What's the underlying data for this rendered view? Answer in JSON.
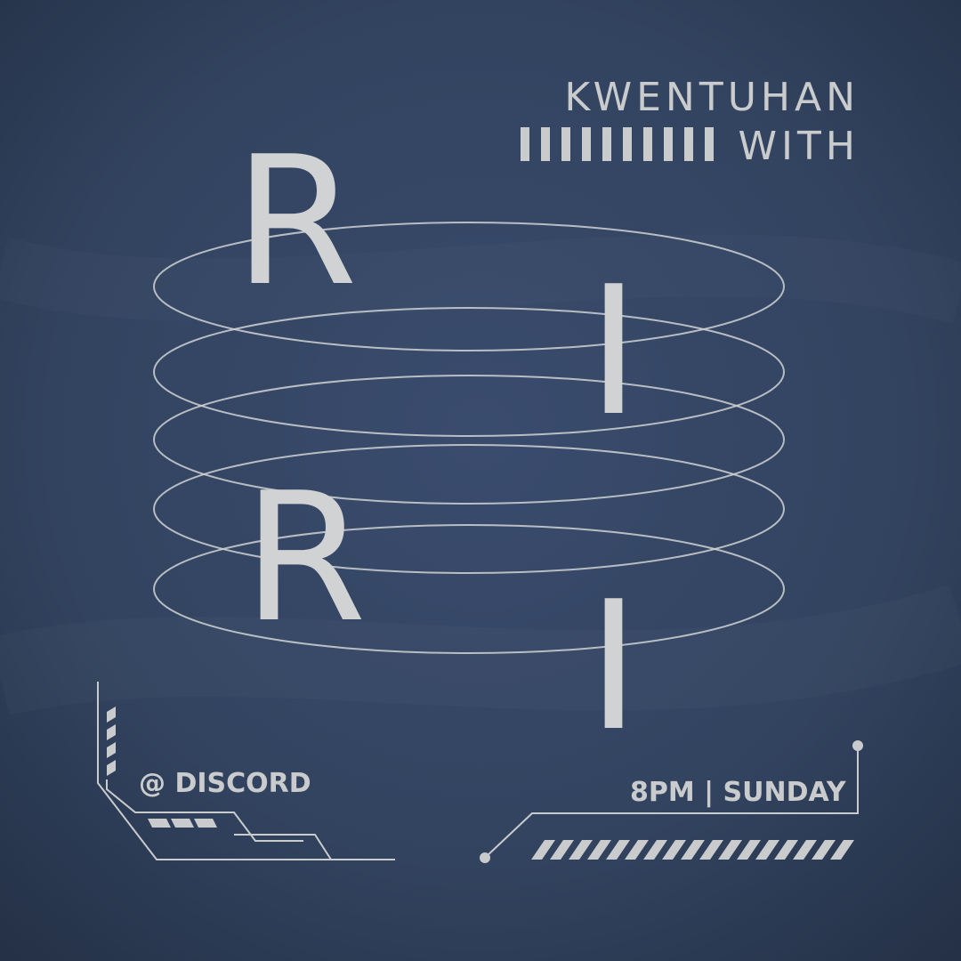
{
  "poster": {
    "title_line_1": "KWENTUHAN",
    "title_line_2": "WITH",
    "letters": [
      "R",
      "I",
      "R",
      "I"
    ],
    "location": "@ DISCORD",
    "schedule": "8PM | SUNDAY"
  },
  "colors": {
    "background": "#2c3d5a",
    "background_dark": "#1d2a40",
    "foreground": "#d0d2d4"
  },
  "icons": {
    "ring_stack": "elliptical-rings-graphic",
    "barcode": "barcode-stripes",
    "frame_left": "hud-bracket-left",
    "frame_right": "hud-bracket-right"
  }
}
